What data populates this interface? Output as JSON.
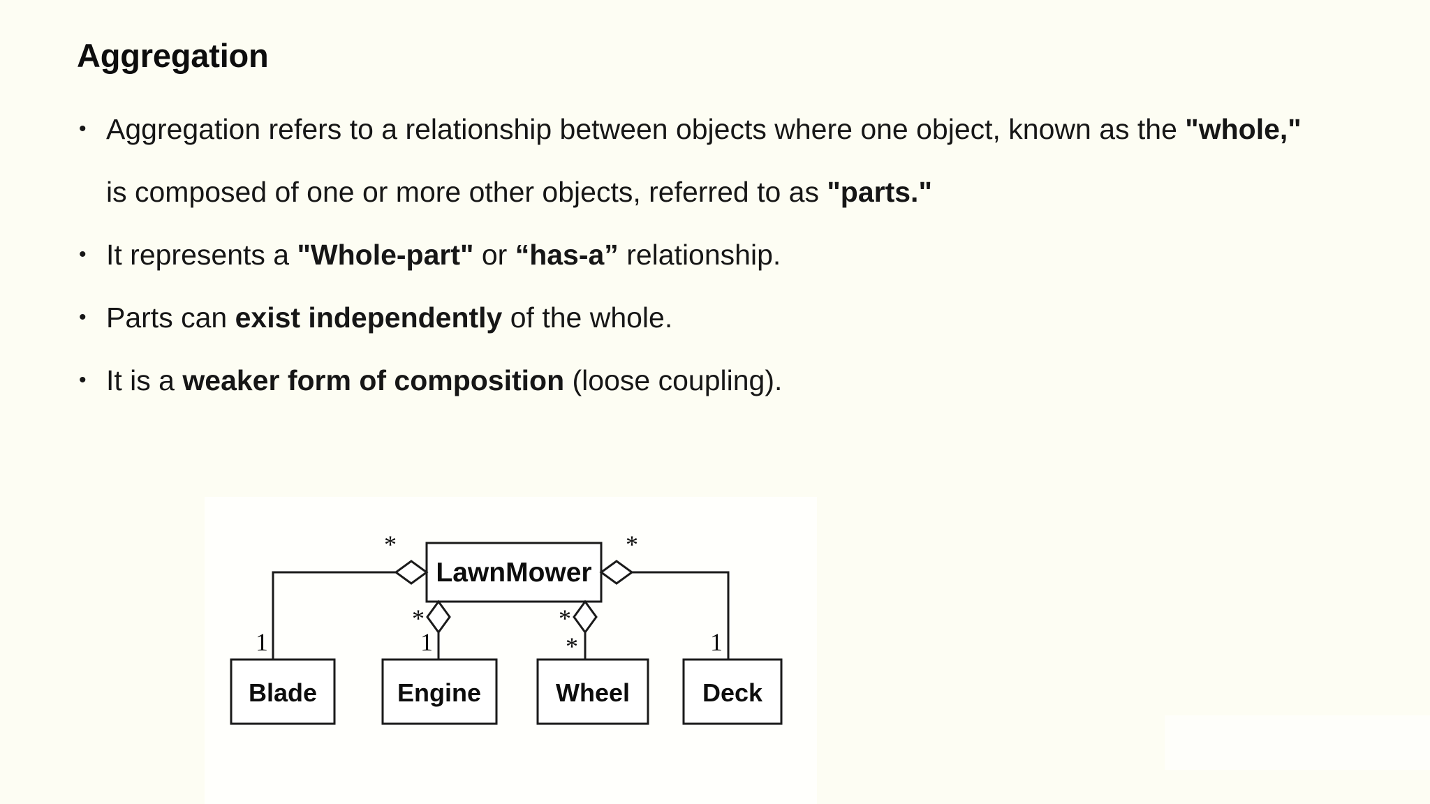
{
  "slide": {
    "title": "Aggregation",
    "background_color": "#fdfdf3",
    "text_color": "#161616"
  },
  "bullets": [
    {
      "id": "b1",
      "marker": "•",
      "segments": [
        {
          "text": "Aggregation refers to a relationship between objects where one object, known as the ",
          "bold": false
        },
        {
          "text": "\"whole,\"",
          "bold": true
        },
        {
          "text": " is composed of one or more other objects, referred to as ",
          "bold": false
        },
        {
          "text": "\"parts.\"",
          "bold": true
        }
      ]
    },
    {
      "id": "b2",
      "marker": "•",
      "segments": [
        {
          "text": "It represents a ",
          "bold": false
        },
        {
          "text": "\"Whole-part\"",
          "bold": true
        },
        {
          "text": " or ",
          "bold": false
        },
        {
          "text": "“has-a”",
          "bold": true
        },
        {
          "text": " relationship.",
          "bold": false
        }
      ]
    },
    {
      "id": "b3",
      "marker": "•",
      "segments": [
        {
          "text": "Parts can ",
          "bold": false
        },
        {
          "text": "exist independently",
          "bold": true
        },
        {
          "text": " of the whole.",
          "bold": false
        }
      ]
    },
    {
      "id": "b4",
      "marker": "•",
      "segments": [
        {
          "text": "It is a ",
          "bold": false
        },
        {
          "text": "weaker form of composition",
          "bold": true
        },
        {
          "text": " (loose coupling).",
          "bold": false
        }
      ]
    }
  ],
  "diagram": {
    "type": "uml-class-aggregation",
    "whole": {
      "name": "LawnMower"
    },
    "parts": [
      {
        "name": "Blade",
        "whole_multiplicity": "*",
        "part_multiplicity": "1"
      },
      {
        "name": "Engine",
        "whole_multiplicity": "*",
        "part_multiplicity": "1"
      },
      {
        "name": "Wheel",
        "whole_multiplicity": "*",
        "part_multiplicity": "*"
      },
      {
        "name": "Deck",
        "whole_multiplicity": "*",
        "part_multiplicity": "1"
      }
    ],
    "relationship_symbol": "hollow-diamond",
    "line_color": "#1a1a1a",
    "box_fill": "#ffffff"
  }
}
